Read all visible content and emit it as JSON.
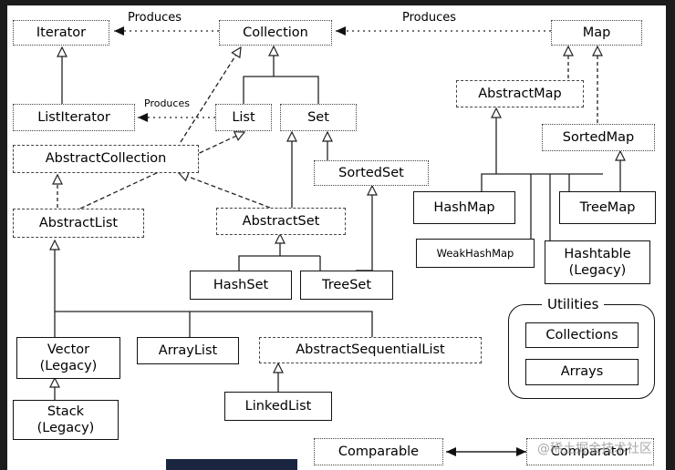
{
  "labels": {
    "produces_left": "Produces",
    "produces_right": "Produces",
    "produces_mid": "Produces"
  },
  "nodes": {
    "iterator": "Iterator",
    "collection": "Collection",
    "map": "Map",
    "list_iterator": "ListIterator",
    "list": "List",
    "set": "Set",
    "abstract_map": "AbstractMap",
    "sorted_map": "SortedMap",
    "abstract_collection": "AbstractCollection",
    "sorted_set": "SortedSet",
    "abstract_list": "AbstractList",
    "abstract_set": "AbstractSet",
    "hash_map": "HashMap",
    "tree_map": "TreeMap",
    "weak_hash_map": "WeakHashMap",
    "hashtable": "Hashtable",
    "hashtable_note": "(Legacy)",
    "hash_set": "HashSet",
    "tree_set": "TreeSet",
    "vector": "Vector",
    "vector_note": "(Legacy)",
    "array_list": "ArrayList",
    "abstract_sequential_list": "AbstractSequentialList",
    "linked_list": "LinkedList",
    "stack": "Stack",
    "stack_note": "(Legacy)",
    "comparable": "Comparable",
    "comparator": "Comparator"
  },
  "utilities": {
    "title": "Utilities",
    "items": [
      "Collections",
      "Arrays"
    ]
  },
  "watermark": "@稀土掘金技术社区",
  "colors": {
    "background": "#ffffff",
    "frame": "#1c1c1c",
    "line": "#222222"
  }
}
